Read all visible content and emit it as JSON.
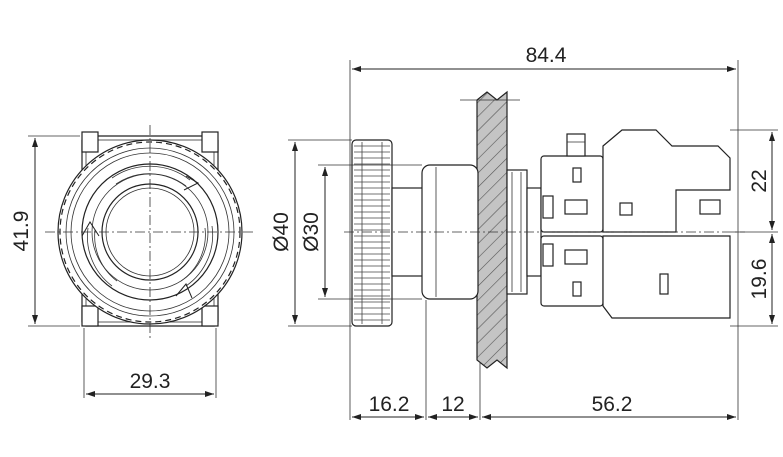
{
  "drawing": {
    "front_view": {
      "height_label": "41.9",
      "width_label": "29.3"
    },
    "side_view": {
      "overall_length_label": "84.4",
      "diameter_outer_label": "Ø40",
      "diameter_inner_label": "Ø30",
      "head_length_label": "16.2",
      "panel_gap_label": "12",
      "body_length_label": "56.2",
      "upper_block_label": "22",
      "lower_block_label": "19.6"
    }
  }
}
